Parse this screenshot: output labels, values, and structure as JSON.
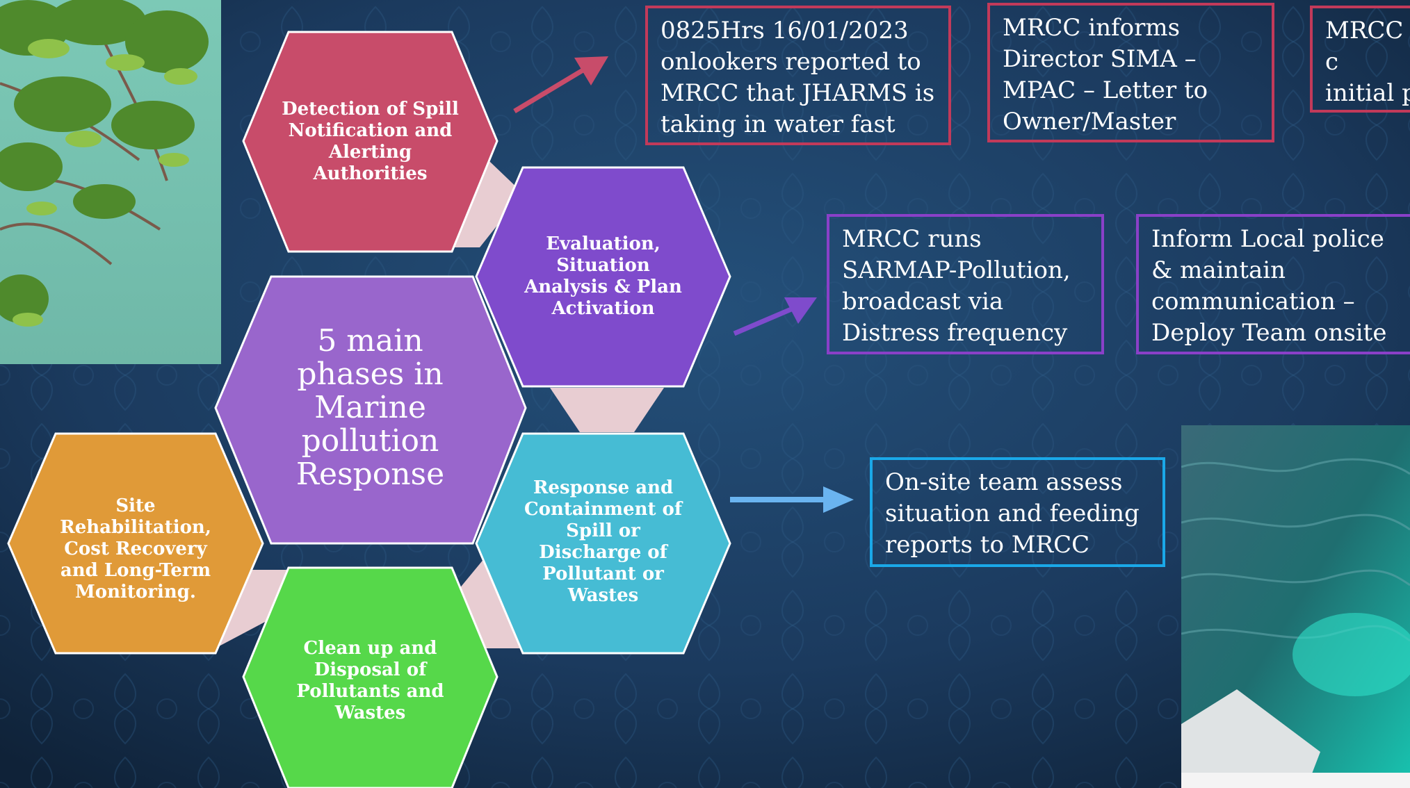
{
  "colors": {
    "background": "#1c3a5c",
    "connector": "#e8cdd2",
    "hex_stroke": "#ffffff"
  },
  "center": {
    "text": "5 main phases in Marine pollution Response",
    "color": "#9966cc"
  },
  "phases": [
    {
      "label": "Detection of Spill Notification and Alerting Authorities",
      "color": "#c84c6a"
    },
    {
      "label": "Evaluation, Situation Analysis & Plan Activation",
      "color": "#7f4bcc"
    },
    {
      "label": "Response and Containment of Spill or Discharge of Pollutant or Wastes",
      "color": "#46bcd4"
    },
    {
      "label": "Clean up and Disposal of Pollutants and Wastes",
      "color": "#56d84a"
    },
    {
      "label": "Site Rehabilitation, Cost Recovery and Long-Term Monitoring.",
      "color": "#e09a38"
    }
  ],
  "boxes": [
    {
      "text": "0825Hrs 16/01/2023\nonlookers reported to\nMRCC that JHARMS is\ntaking in water fast",
      "color": "#c23a5a"
    },
    {
      "text": "MRCC informs\nDirector SIMA –\nMPAC – Letter to\nOwner/Master",
      "color": "#c23a5a"
    },
    {
      "text": "MRCC c\ninitial p\nreport –",
      "color": "#c23a5a"
    },
    {
      "text": "MRCC runs\nSARMAP-Pollution,\nbroadcast via\nDistress frequency",
      "color": "#8a40c8"
    },
    {
      "text": "Inform Local police\n& maintain\ncommunication –\nDeploy Team onsite",
      "color": "#8a40c8"
    },
    {
      "text": "On-site team assess\nsituation and feeding\nreports to MRCC",
      "color": "#1aa8e8"
    }
  ],
  "arrows": [
    {
      "color": "#c84c6a"
    },
    {
      "color": "#7f4bcc"
    },
    {
      "color": "#6ab4f0"
    }
  ],
  "photos": [
    {
      "name": "mangrove-photo"
    },
    {
      "name": "sea-water-photo"
    }
  ]
}
